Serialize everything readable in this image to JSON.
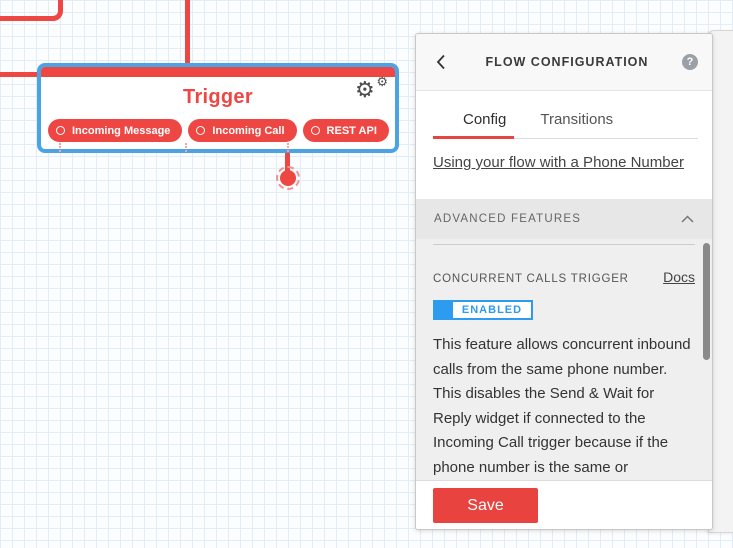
{
  "canvas": {
    "widget": {
      "title": "Trigger",
      "pills": [
        {
          "label": "Incoming Message"
        },
        {
          "label": "Incoming Call"
        },
        {
          "label": "REST API"
        }
      ],
      "settings_icon": "gears-icon"
    }
  },
  "panel": {
    "header": {
      "title": "FLOW CONFIGURATION",
      "back_icon": "chevron-left",
      "help_icon": "question-mark"
    },
    "tabs": [
      {
        "label": "Config",
        "active": true
      },
      {
        "label": "Transitions",
        "active": false
      }
    ],
    "link": "Using your flow with a Phone Number",
    "advanced": {
      "section_title": "ADVANCED FEATURES",
      "collapse_icon": "chevron-up",
      "feature_title": "CONCURRENT CALLS TRIGGER",
      "docs_link": "Docs",
      "toggle_state": "ENABLED",
      "description": "This feature allows concurrent inbound calls from the same phone number. This disables the Send & Wait for Reply widget if connected to the Incoming Call trigger because if the phone number is the same or"
    },
    "footer": {
      "save_label": "Save"
    }
  },
  "colors": {
    "widget_red": "#ee4642",
    "selection_blue": "#4ba3e6",
    "toggle_blue": "#2d9cf0",
    "save_red": "#e8433e",
    "grid_line": "#e3edf8"
  }
}
